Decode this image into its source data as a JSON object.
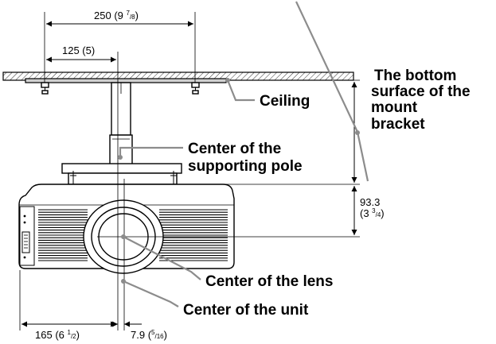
{
  "dimensions": {
    "width_top": {
      "value": "250",
      "paren_open": " (9 ",
      "frac_num": "7",
      "frac_den": "/8",
      "paren_close": ")"
    },
    "half_width": {
      "value": "125 (5)"
    },
    "height": {
      "value": "93.3",
      "paren_open": "(3 ",
      "frac_num": "3",
      "frac_den": "/4",
      "paren_close": ")"
    },
    "left_offset": {
      "value": "165",
      "paren_open": " (6 ",
      "frac_num": "1",
      "frac_den": "/2",
      "paren_close": ")"
    },
    "center_offset": {
      "value": "7.9",
      "paren_open": " (",
      "frac_num": "5",
      "frac_den": "/16",
      "paren_close": ")"
    }
  },
  "callouts": {
    "ceiling": "Ceiling",
    "bracket_1": "The bottom",
    "bracket_2": "surface of the",
    "bracket_3": "mount",
    "bracket_4": "bracket",
    "pole_1": "Center of the",
    "pole_2": "supporting pole",
    "lens": "Center of the lens",
    "unit": "Center of the unit"
  },
  "colors": {
    "leader": "#8c8c8c",
    "ceiling_fill": "#cfcfcf",
    "lines": "#000000"
  }
}
